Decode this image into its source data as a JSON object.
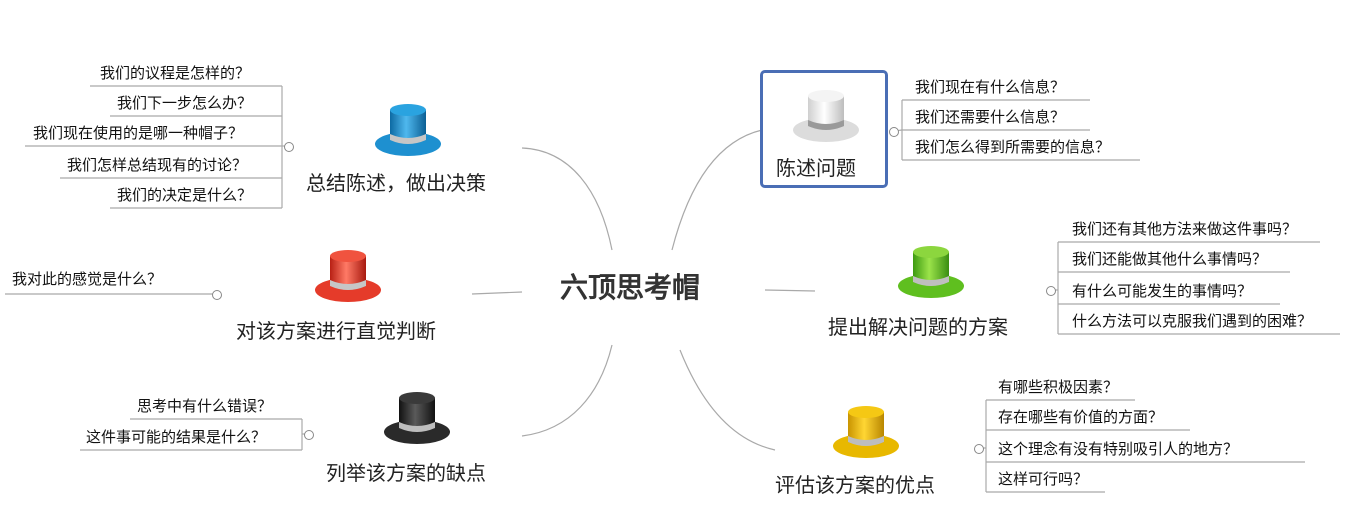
{
  "center": {
    "label": "六顶思考帽"
  },
  "branches": {
    "white": {
      "title": "陈述问题",
      "hat_color": "#e8e8e8",
      "questions": [
        "我们现在有什么信息？",
        "我们还需要什么信息？",
        "我们怎么得到所需要的信息？"
      ]
    },
    "green": {
      "title": "提出解决问题的方案",
      "hat_color": "#5fbf1f",
      "questions": [
        "我们还有其他方法来做这件事吗？",
        "我们还能做其他什么事情吗？",
        "有什么可能发生的事情吗？",
        "什么方法可以克服我们遇到的困难？"
      ]
    },
    "yellow": {
      "title": "评估该方案的优点",
      "hat_color": "#e8b800",
      "questions": [
        "有哪些积极因素？",
        "存在哪些有价值的方面？",
        "这个理念有没有特别吸引人的地方？",
        "这样可行吗？"
      ]
    },
    "blue": {
      "title": "总结陈述，做出决策",
      "hat_color": "#1e90d0",
      "questions": [
        "我们的议程是怎样的？",
        "我们下一步怎么办？",
        "我们现在使用的是哪一种帽子？",
        "我们怎样总结现有的讨论？",
        "我们的决定是什么？"
      ]
    },
    "red": {
      "title": "对该方案进行直觉判断",
      "hat_color": "#e53b2a",
      "questions": [
        "我对此的感觉是什么？"
      ]
    },
    "black": {
      "title": "列举该方案的缺点",
      "hat_color": "#333333",
      "questions": [
        "思考中有什么错误？",
        "这件事可能的结果是什么？"
      ]
    }
  },
  "colors": {
    "line": "#999999",
    "box_border": "#4a6eb5"
  }
}
